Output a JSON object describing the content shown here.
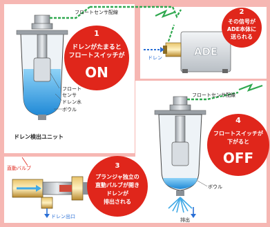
{
  "labels": {
    "float_sensor_wiring_top": "フロートセンサ配線",
    "float": "フロート",
    "sensor": "センサ",
    "drain_water": "ドレン水",
    "bowl_left": "ボウル",
    "unit_name": "ドレン検出ユニット",
    "ade": "ADE",
    "drain": "ドレン",
    "float_sensor_wiring_right": "フロートセンサ配線",
    "solenoid_valve": "直動バルブ",
    "drain_outlet": "ドレン出口",
    "bowl_right": "ボウル",
    "discharge": "排出"
  },
  "steps": [
    {
      "number": "1",
      "lines": [
        "ドレンがたまると",
        "フロートスイッチが"
      ],
      "big": "ON"
    },
    {
      "number": "2",
      "lines": [
        "その信号が",
        "ADE本体に",
        "送られる"
      ],
      "big": ""
    },
    {
      "number": "3",
      "lines": [
        "プランジャ独立の",
        "直動バルブが開き",
        "ドレンが",
        "排出される"
      ],
      "big": ""
    },
    {
      "number": "4",
      "lines": [
        "フロートスイッチが",
        "下がると"
      ],
      "big": "OFF"
    }
  ],
  "colors": {
    "background": "#f6b7b3",
    "panel": "#ffffff",
    "badge_red": "#e0261b",
    "wire_green": "#2fa84f",
    "water_blue": "#3fa9e6",
    "drain_arrow": "#2a6fd6"
  }
}
